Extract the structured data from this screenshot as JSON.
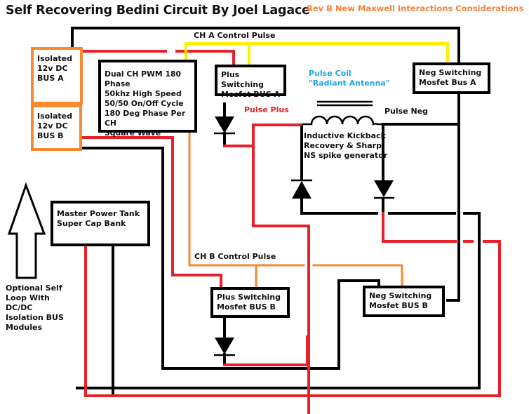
{
  "title": "Self Recovering Bedini Circuit By Joel Lagace",
  "revision": "Rev B New Maxwell Interactions Considerations",
  "colors": {
    "power_positive": "#e8202a",
    "ground_negative": "#000000",
    "ch_a_control": "#ffee00",
    "ch_b_control": "#f7892f",
    "isolated_bus_border": "#f7892f",
    "pulse_coil_label": "#1aa7e8",
    "revision_text": "#f5813a"
  },
  "labels": {
    "ch_a_control_pulse": "CH A Control Pulse",
    "ch_b_control_pulse": "CH B Control Pulse",
    "pulse_plus": "Pulse Plus",
    "pulse_neg": "Pulse Neg",
    "pulse_coil": "Pulse Coil",
    "radiant_antenna": "\"Radiant Antenna\"",
    "kickback": "Inductive Kickback\nRecovery & Sharp\nNS spike generator",
    "optional_loop": "Optional Self\nLoop With\nDC/DC\nIsolation BUS\nModules"
  },
  "blocks": {
    "bus_a": "Isolated\n12v DC\nBUS A",
    "bus_b": "Isolated\n12v DC\nBUS B",
    "pwm": "Dual CH PWM 180\nPhase\n50khz High Speed\n50/50 On/Off Cycle\n180 Deg Phase Per CH\nSquare Wave",
    "plus_mosfet_a": "Plus Switching\nMosfet BUS A",
    "neg_mosfet_a": "Neg Switching\nMosfet Bus A",
    "plus_mosfet_b": "Plus Switching\nMosfet BUS B",
    "neg_mosfet_b": "Neg Switching\nMosfet BUS B",
    "master_tank": "Master Power Tank\nSuper Cap Bank"
  },
  "icons": {
    "diode_plus_a": "diode-down",
    "diode_plus_b": "diode-down",
    "diode_kickback_left": "diode-up",
    "diode_kickback_right": "diode-down",
    "pulse_coil": "inductor-coil",
    "optional_loop_arrow": "up-arrow"
  }
}
